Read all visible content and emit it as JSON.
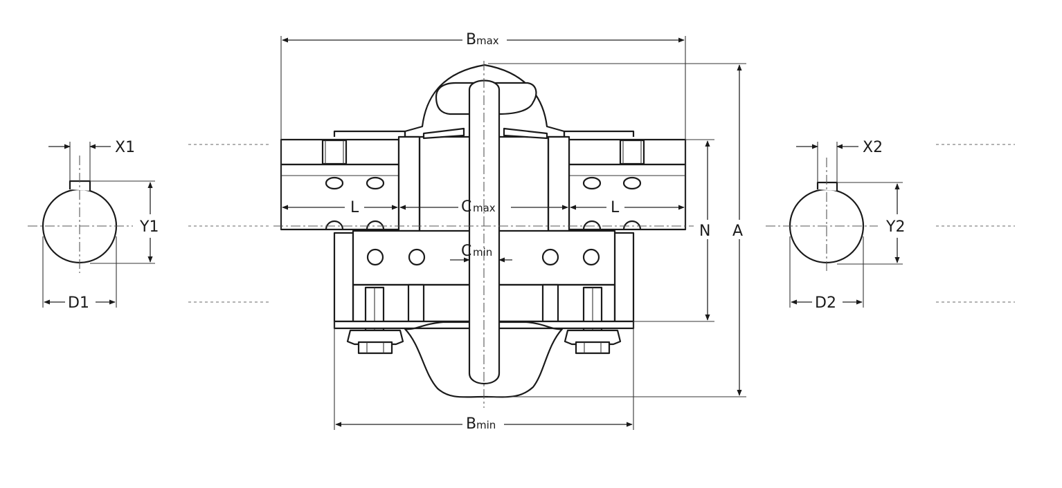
{
  "labels": {
    "b_max": {
      "main": "B",
      "sub": "max"
    },
    "b_min": {
      "main": "B",
      "sub": "min"
    },
    "c_max": {
      "main": "C",
      "sub": "max"
    },
    "c_min": {
      "main": "C",
      "sub": "min"
    },
    "l_left": "L",
    "l_right": "L",
    "n": "N",
    "a": "A",
    "x1": "X1",
    "y1": "Y1",
    "d1": "D1",
    "x2": "X2",
    "y2": "Y2",
    "d2": "D2"
  },
  "colors": {
    "line": "#1a1a1a",
    "fill": "#ffffff"
  }
}
